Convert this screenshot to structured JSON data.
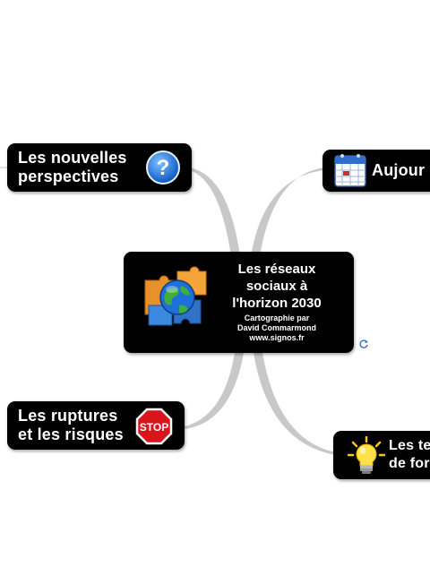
{
  "central_topic": {
    "title": "Les réseaux\nsociaux à\nl'horizon 2030",
    "credit": "Cartographie par\nDavid Commarmond\nwww.signos.fr",
    "icon": "puzzle-globe-icon"
  },
  "branches": [
    {
      "label": "Les nouvelles\nperspectives",
      "icon": "question-mark-icon"
    },
    {
      "label": "Aujour",
      "icon": "calendar-icon"
    },
    {
      "label": "Les ruptures\net les risques",
      "icon": "stop-sign-icon"
    },
    {
      "label": "Les te\nde for",
      "icon": "light-bulb-icon"
    }
  ],
  "colors": {
    "node_background": "#000000",
    "node_text": "#ffffff",
    "connector": "#c8c8c8"
  },
  "extra_icons": [
    "refresh-icon"
  ]
}
